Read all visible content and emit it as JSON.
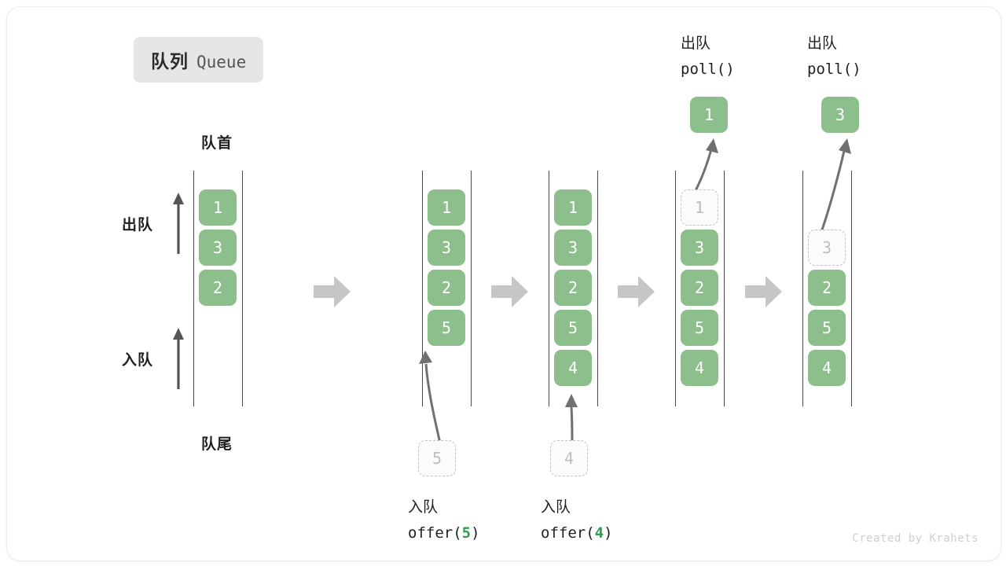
{
  "title": {
    "cn": "队列",
    "en": "Queue"
  },
  "labels": {
    "head": "队首",
    "tail": "队尾",
    "dequeue": "出队",
    "enqueue": "入队"
  },
  "colors": {
    "cell_fill": "#8cbf8c",
    "cell_text": "#ffffff",
    "ghost_border": "#c2c2c2",
    "ghost_text": "#bdbdbd",
    "rail": "#4a4a4a",
    "step_arrow": "#c6c6c6",
    "accent_green": "#2e9e4f",
    "badge_bg": "#e6e6e6"
  },
  "panels": [
    {
      "id": "panel-initial",
      "cells": [
        "1",
        "3",
        "2"
      ],
      "ghost": null,
      "caption": null
    },
    {
      "id": "panel-after-offer-5",
      "cells": [
        "1",
        "3",
        "2",
        "5"
      ],
      "ghost": {
        "value": "5",
        "position": "below"
      },
      "caption": {
        "cn": "入队",
        "fn_prefix": "offer(",
        "arg": "5",
        "fn_suffix": ")"
      }
    },
    {
      "id": "panel-after-offer-4",
      "cells": [
        "1",
        "3",
        "2",
        "5",
        "4"
      ],
      "ghost": {
        "value": "4",
        "position": "below"
      },
      "caption": {
        "cn": "入队",
        "fn_prefix": "offer(",
        "arg": "4",
        "fn_suffix": ")"
      }
    },
    {
      "id": "panel-after-poll-1",
      "cells": [
        "3",
        "2",
        "5",
        "4"
      ],
      "ghost": {
        "value": "1",
        "position": "slot-0"
      },
      "popped": {
        "value": "1",
        "cn": "出队",
        "fn": "poll()"
      }
    },
    {
      "id": "panel-after-poll-3",
      "cells": [
        "2",
        "5",
        "4"
      ],
      "ghost": {
        "value": "3",
        "position": "slot-1"
      },
      "popped": {
        "value": "3",
        "cn": "出队",
        "fn": "poll()"
      }
    }
  ],
  "step_arrows": 4,
  "watermark": "Created by Krahets"
}
